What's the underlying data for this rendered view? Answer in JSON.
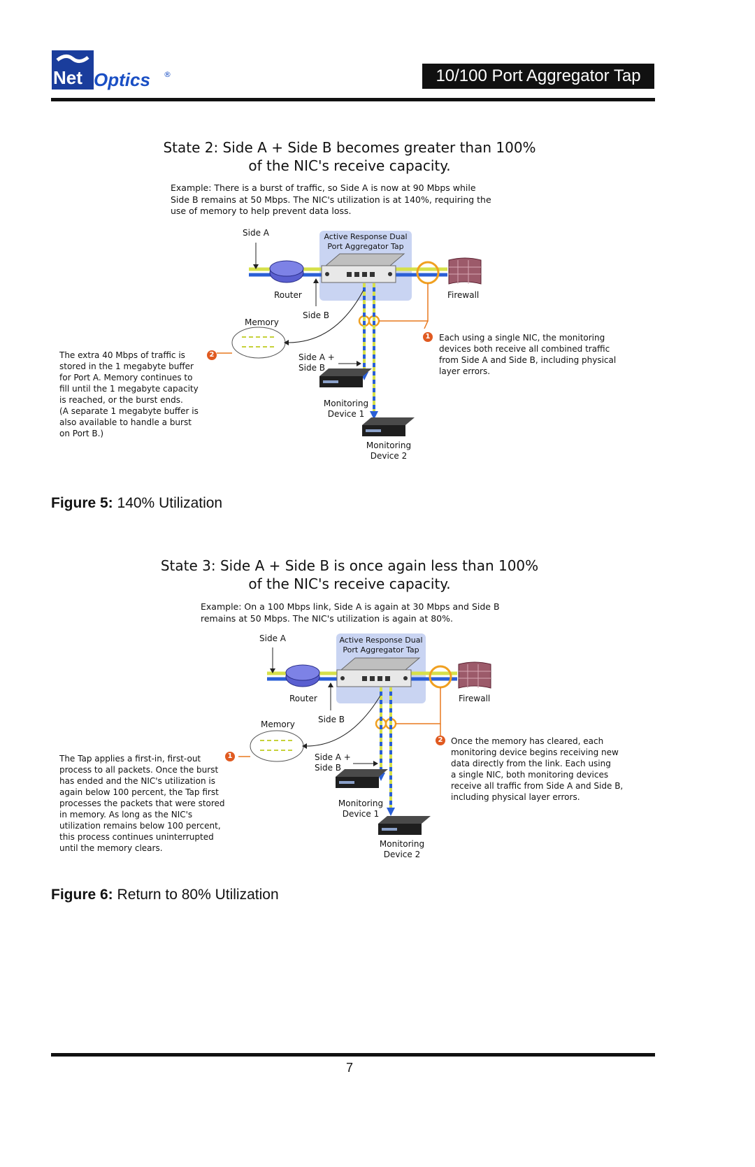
{
  "header": {
    "logo_net": "Net",
    "logo_optics": "Optics",
    "logo_reg": "®",
    "title": "10/100 Port Aggregator Tap"
  },
  "figure5": {
    "state_title_line1": "State 2: Side A + Side B becomes greater than 100%",
    "state_title_line2": "of the NIC's receive capacity.",
    "example": [
      "Example: There is a burst of traffic, so Side A is now at 90 Mbps while",
      "Side B remains at 50 Mbps. The NIC's utilization is at 140%, requiring the",
      "use of memory to help prevent data loss."
    ],
    "labels": {
      "side_a": "Side A",
      "tap_line1": "Active Response Dual",
      "tap_line2": "Port Aggregator Tap",
      "router": "Router",
      "firewall": "Firewall",
      "memory": "Memory",
      "side_b": "Side B",
      "side_ab_line1": "Side A +",
      "side_ab_line2": "Side B",
      "mon1_line1": "Monitoring",
      "mon1_line2": "Device 1",
      "mon2_line1": "Monitoring",
      "mon2_line2": "Device 2"
    },
    "note_left": [
      "The extra 40 Mbps of traffic is",
      "stored in the 1 megabyte buffer",
      "for Port A. Memory continues to",
      "fill until the 1 megabyte capacity",
      "is reached, or the burst ends.",
      "(A separate 1 megabyte buffer is",
      "also available to handle a burst",
      "on Port B.)"
    ],
    "note_left_badge": "2",
    "note_right": [
      "Each using a single NIC, the monitoring",
      "devices both receive all combined traffic",
      "from Side A and Side B, including physical",
      "layer errors."
    ],
    "note_right_badge": "1",
    "caption_prefix": "Figure 5:",
    "caption_text": " 140% Utilization"
  },
  "figure6": {
    "state_title_line1": "State 3: Side A + Side B is once again less than 100%",
    "state_title_line2": "of the NIC's receive capacity.",
    "example": [
      "Example: On a 100 Mbps link, Side A is again at 30 Mbps and Side B",
      "remains at 50 Mbps. The NIC's utilization is again at 80%."
    ],
    "labels": {
      "side_a": "Side A",
      "tap_line1": "Active Response Dual",
      "tap_line2": "Port Aggregator Tap",
      "router": "Router",
      "firewall": "Firewall",
      "memory": "Memory",
      "side_b": "Side B",
      "side_ab_line1": "Side A +",
      "side_ab_line2": "Side B",
      "mon1_line1": "Monitoring",
      "mon1_line2": "Device 1",
      "mon2_line1": "Monitoring",
      "mon2_line2": "Device 2"
    },
    "note_left": [
      "The Tap applies a first-in, first-out",
      "process to all packets. Once the burst",
      "has ended and the NIC's utilization is",
      "again below 100 percent, the Tap first",
      "processes the packets that were stored",
      "in memory. As long as the NIC's",
      "utilization remains below 100 percent,",
      "this process continues uninterrupted",
      "until the memory clears."
    ],
    "note_left_badge": "1",
    "note_right": [
      "Once the memory has cleared, each",
      "monitoring device begins receiving new",
      "data directly from the link. Each using",
      "a single NIC, both monitoring devices",
      "receive all traffic from Side A and Side B,",
      "including physical layer errors."
    ],
    "note_right_badge": "2",
    "caption_prefix": "Figure 6:",
    "caption_text": " Return to 80% Utilization"
  },
  "footer": {
    "page_number": "7"
  },
  "colors": {
    "brand": "#1a3d9c",
    "link_yellow": "#d6e04a",
    "link_blue": "#2a5fd6",
    "accent_orange": "#e8781e"
  }
}
